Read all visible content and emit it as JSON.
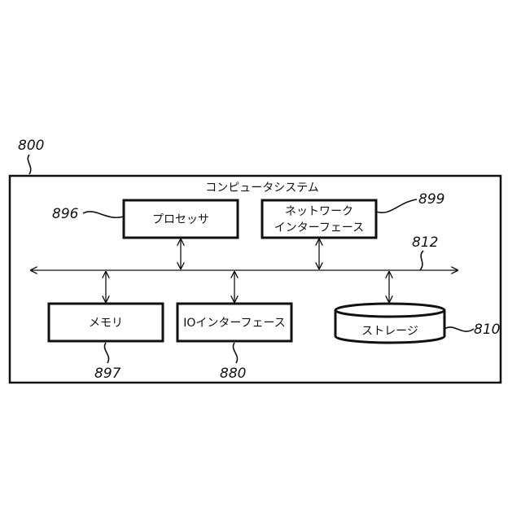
{
  "system": {
    "label": "コンピュータシステム",
    "ref": "800"
  },
  "processor": {
    "label": "プロセッサ",
    "ref": "896"
  },
  "network_interface": {
    "line1": "ネットワーク",
    "line2": "インターフェース",
    "ref": "899"
  },
  "bus": {
    "ref": "812"
  },
  "memory": {
    "label": "メモリ",
    "ref": "897"
  },
  "io_interface": {
    "label": "IOインターフェース",
    "ref": "880"
  },
  "storage": {
    "label": "ストレージ",
    "ref": "810"
  }
}
